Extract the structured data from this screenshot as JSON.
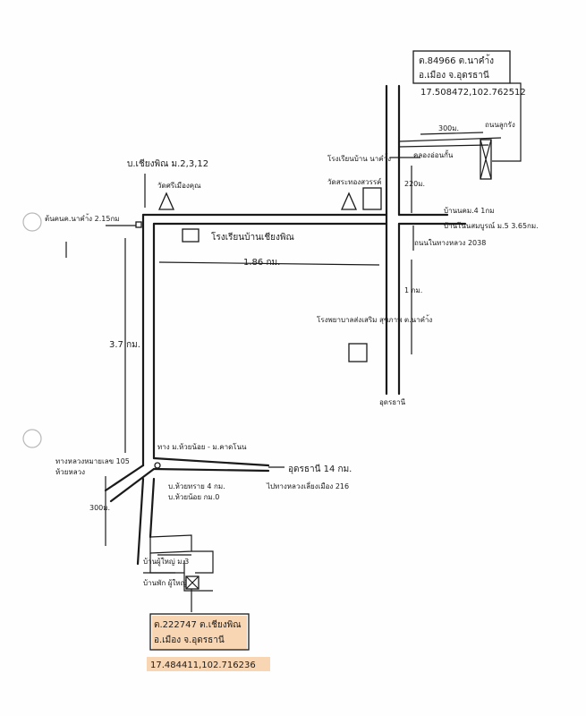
{
  "colors": {
    "ink": "#1a1a1a",
    "highlight": "#f6c89a",
    "paper": "#fefefe"
  },
  "site_top": {
    "line1": "ต.84966 ต.นาคำ้ง",
    "line2": "อ.เมือง จ.อุดรธานี",
    "coords": "17.508472,102.762512"
  },
  "site_bottom": {
    "line1": "ต.222747 ต.เชียงพิณ",
    "line2": "อ.เมือง จ.อุดรธานี",
    "coords": "17.484411,102.716236"
  },
  "labels": {
    "village_top": "บ.เชียงพิณ ม.2,3,12",
    "temple_top": "วัดศรีเมืองคุณ",
    "school_top_right": "โรงเรียนบ้าน นาคำ้ง",
    "temple_right": "วัดสระทองสวรรค์",
    "school_center": "โรงเรียนบ้านเชียงพิณ",
    "dist_186": "1.86 กม.",
    "km_left_marker": "ต้นคนค.นาคำ้ง 2.15กม",
    "dist_37": "3.7 กม.",
    "dist_300_top": "300ม.",
    "dist_220": "220ม.",
    "fence": "คลองอ่อนกั้น",
    "right_top_small": "ถนนลูกรัง",
    "turn_right_1": "บ้านนคม.4 1กม",
    "turn_right_2": "บ้านโนนสมบูรณ์ ม.5 3.65กม.",
    "km_2038": "ถนนในทางหลวง 2038",
    "dist_1km": "1 กม.",
    "health_center": "โรงพยาบาลส่งเสริม สุขภาพ ต.นาคำ้ง",
    "to_udon": "อุดรธานี",
    "junction_label": "ทาง ม.ห้วยน้อย - ม.คาดโนน",
    "to_udon_14": "อุดรธานี 14 กม.",
    "highway_216": "ไปทางหลวงเลี่ยงเมือง 216",
    "kk_mark": "ทางหลวงหมายเลข 105",
    "kk_mark2": "ห้วยหลวง",
    "dist_300_bottom": "300ม.",
    "village_bottom": "บ.ห้วยทราย 4 กม.",
    "village_bottom2": "บ.ห้วยน้อย กม.0",
    "house_a": "บ้านผู้ใหญ่ ม.3",
    "house_b": "บ้านพัก ผู้ใหญ่"
  }
}
